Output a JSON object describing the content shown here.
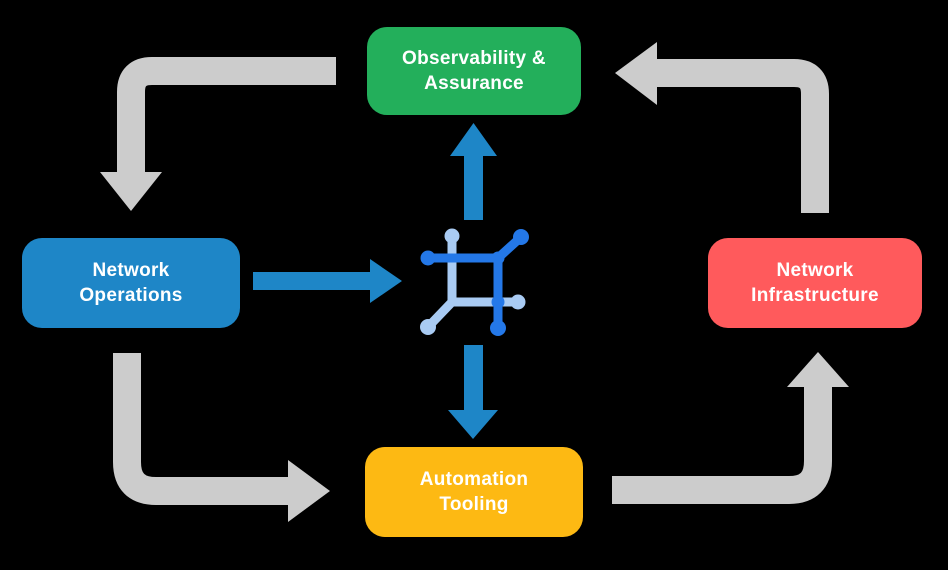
{
  "page": {
    "background": "#000000"
  },
  "colors": {
    "flow_arrow": "#CCCCCC",
    "accent_arrow": "#1E86C7",
    "icon_primary": "#2478E8",
    "icon_secondary": "#A9CBF3",
    "box_text": "#FFFFFF"
  },
  "boxes": [
    {
      "id": "observability-assurance",
      "label": "Observability & Assurance",
      "color": "#23AF5B"
    },
    {
      "id": "network-operations",
      "label": "Network Operations",
      "color": "#1E86C7"
    },
    {
      "id": "network-infrastructure",
      "label": "Network Infrastructure",
      "color": "#FF5A5C"
    },
    {
      "id": "automation-tooling",
      "label": "Automation Tooling",
      "color": "#FDB913"
    }
  ],
  "icons": {
    "center": "network-mesh-icon"
  },
  "arrows": [
    {
      "name": "flow-observability-to-network-operations",
      "style": "gray-elbow"
    },
    {
      "name": "flow-network-infrastructure-to-observability",
      "style": "gray-elbow"
    },
    {
      "name": "flow-network-operations-to-automation-tooling",
      "style": "gray-elbow"
    },
    {
      "name": "flow-automation-tooling-to-network-infrastructure",
      "style": "gray-elbow"
    },
    {
      "name": "accent-network-operations-to-center",
      "style": "blue-straight"
    },
    {
      "name": "accent-center-to-observability",
      "style": "blue-straight"
    },
    {
      "name": "accent-center-to-automation-tooling",
      "style": "blue-straight"
    }
  ]
}
